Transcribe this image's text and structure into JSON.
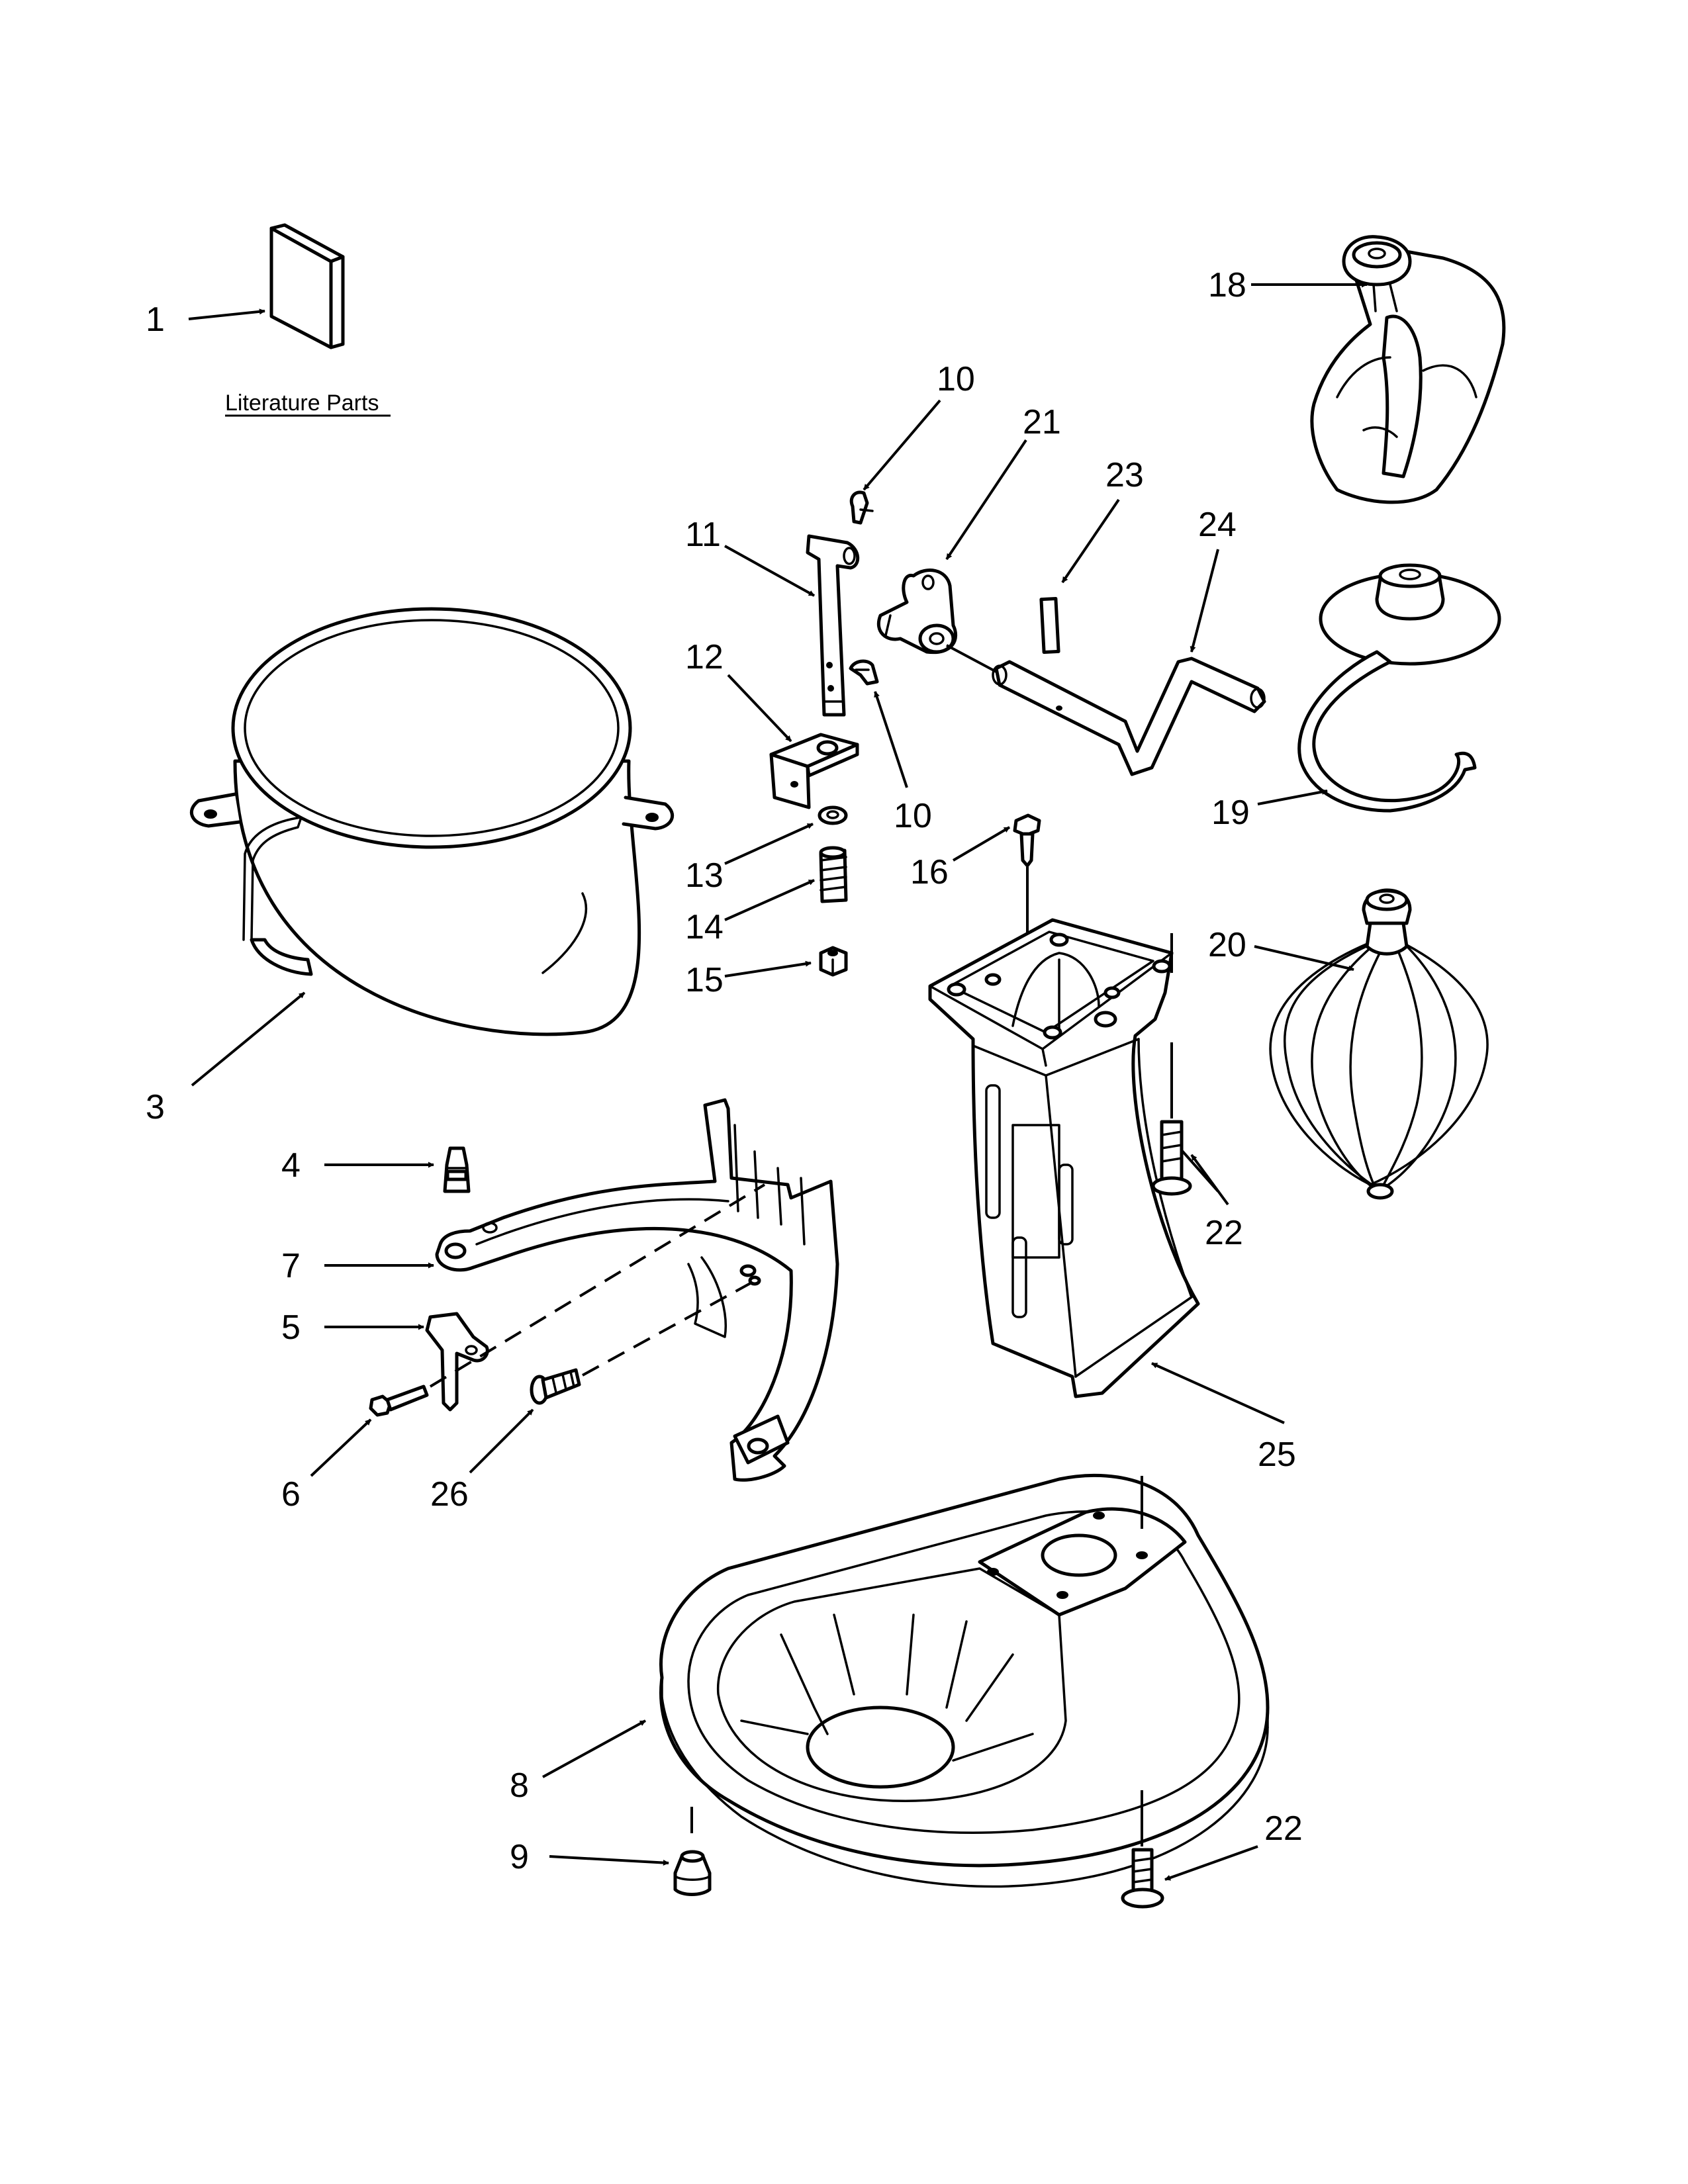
{
  "literature": {
    "label": "Literature Parts"
  },
  "callouts": {
    "c1": "1",
    "c3": "3",
    "c4": "4",
    "c5": "5",
    "c6": "6",
    "c7": "7",
    "c8": "8",
    "c9": "9",
    "c10a": "10",
    "c10b": "10",
    "c11": "11",
    "c12": "12",
    "c13": "13",
    "c14": "14",
    "c15": "15",
    "c16": "16",
    "c18": "18",
    "c19": "19",
    "c20": "20",
    "c21": "21",
    "c22a": "22",
    "c22b": "22",
    "c23": "23",
    "c24": "24",
    "c25": "25",
    "c26": "26"
  }
}
